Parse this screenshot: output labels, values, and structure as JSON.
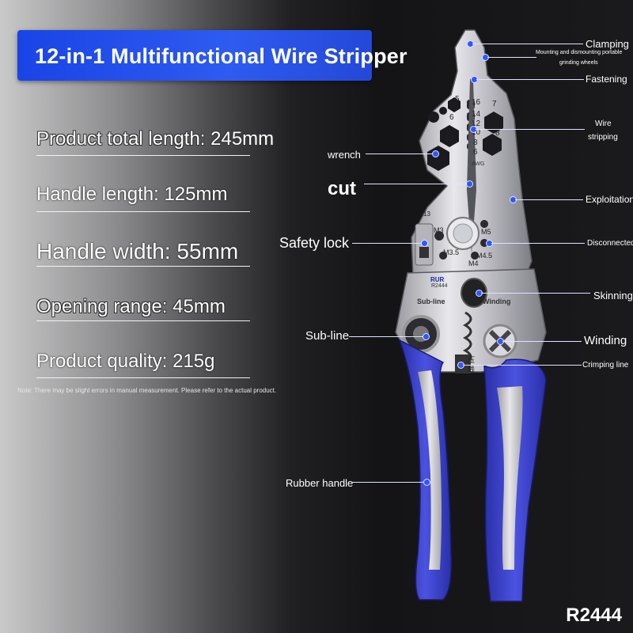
{
  "title": "12-in-1 Multifunctional Wire Stripper",
  "specs": [
    "Product total length: 245mm",
    "Handle length: 125mm",
    "Handle width: 55mm",
    "Opening range: 45mm",
    "Product quality: 215g"
  ],
  "note": "Note: There may be slight errors in manual measurement. Please refer to the actual product.",
  "callouts_right": {
    "clamping": "Clamping",
    "mounting": "Mounting and dismounting portable",
    "grinding": "grinding wheels",
    "fastening": "Fastening",
    "wire": "Wire",
    "stripping": "stripping",
    "exploitation": "Exploitation",
    "disconnected": "Disconnected",
    "skinning": "Skinning",
    "winding": "Winding",
    "crimping": "Crimping line"
  },
  "callouts_left": {
    "wrench": "wrench",
    "cut": "cut",
    "safety_lock": "Safety lock",
    "sub_line": "Sub-line",
    "rubber_handle": "Rubber handle"
  },
  "tool_marks": {
    "sub_line": "Sub-line",
    "winding": "Winding",
    "brand": "RUR",
    "model_small": "R2444",
    "awg": "AWG",
    "gauges": [
      "5",
      "16",
      "7",
      "14",
      "6",
      "12",
      "10",
      "10",
      "8",
      "8",
      "6"
    ],
    "screws": [
      "M3",
      "M5",
      "M3.5",
      "M4.5",
      "M4"
    ],
    "size13": "13",
    "chinese": [
      "压",
      "线"
    ]
  },
  "model": "R2444",
  "colors": {
    "accent_blue": "#2b50f0",
    "handle_blue": "#3a3fc9",
    "steel": "#c8c8cc"
  }
}
